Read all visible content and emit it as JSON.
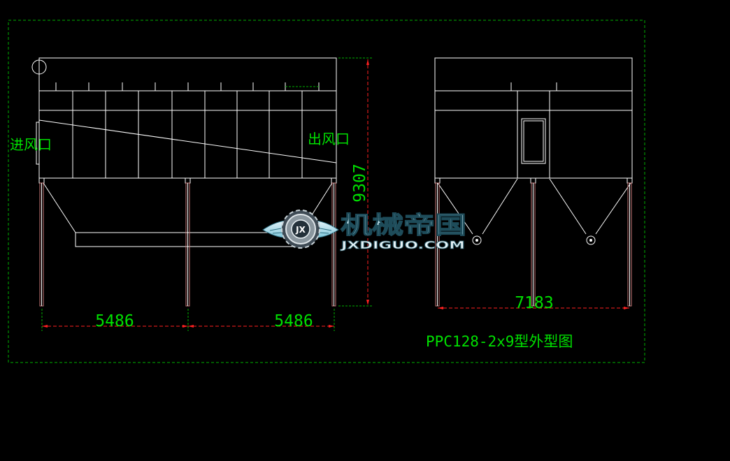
{
  "labels": {
    "inlet": "进风口",
    "outlet": "出风口",
    "title": "PPC128-2x9型外型图"
  },
  "dimensions": {
    "left_span_1": "5486",
    "left_span_2": "5486",
    "total_height": "9307",
    "side_width": "7183"
  },
  "watermark": {
    "name_cn": "机械帝国",
    "domain": "JXDIGUO.COM",
    "badge": "JX",
    "icon": "winged-gear-logo"
  },
  "colors": {
    "background": "#000000",
    "line": "#ffffff",
    "frame": "#00c000",
    "text": "#00e000",
    "dimension": "#ff2020",
    "leg": "#c87878"
  }
}
